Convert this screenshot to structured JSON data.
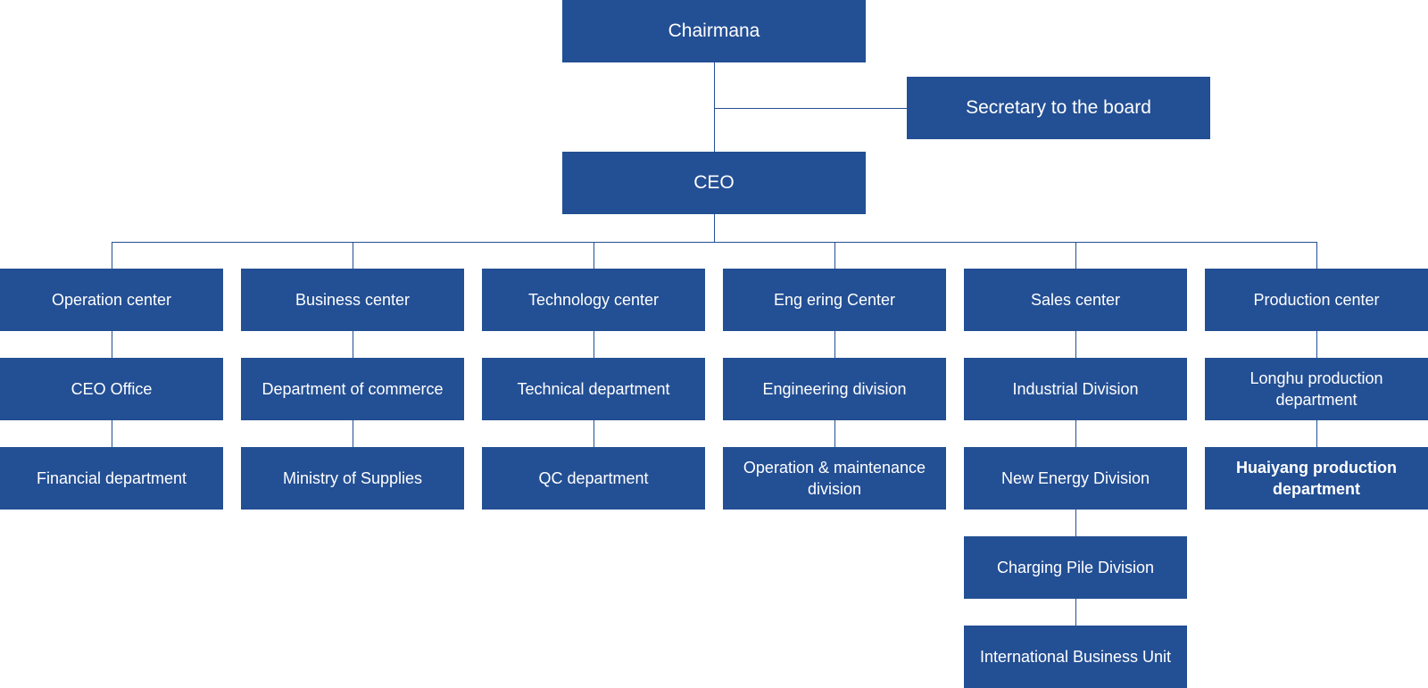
{
  "chairman": "Chairmana",
  "secretary": "Secretary to the board",
  "ceo": "CEO",
  "columns": [
    {
      "id": "operation",
      "head": "Operation center",
      "items": [
        "CEO Office",
        "Financial department"
      ]
    },
    {
      "id": "business",
      "head": "Business center",
      "items": [
        "Department of commerce",
        "Ministry of Supplies"
      ]
    },
    {
      "id": "technology",
      "head": "Technology center",
      "items": [
        "Technical department",
        "QC department"
      ]
    },
    {
      "id": "engineering",
      "head": "Eng  ering Center",
      "items": [
        "Engineering division",
        "Operation & maintenance\ndivision"
      ]
    },
    {
      "id": "sales",
      "head": "Sales center",
      "items": [
        "Industrial Division",
        "New Energy Division",
        "Charging Pile Division",
        "International Business Unit"
      ]
    },
    {
      "id": "production",
      "head": "Production center",
      "items": [
        "Longhu production\ndepartment",
        "Huaiyang production\ndepartment"
      ]
    }
  ],
  "colors": {
    "box": "#234f94",
    "line": "#234f94",
    "text": "#ffffff"
  }
}
